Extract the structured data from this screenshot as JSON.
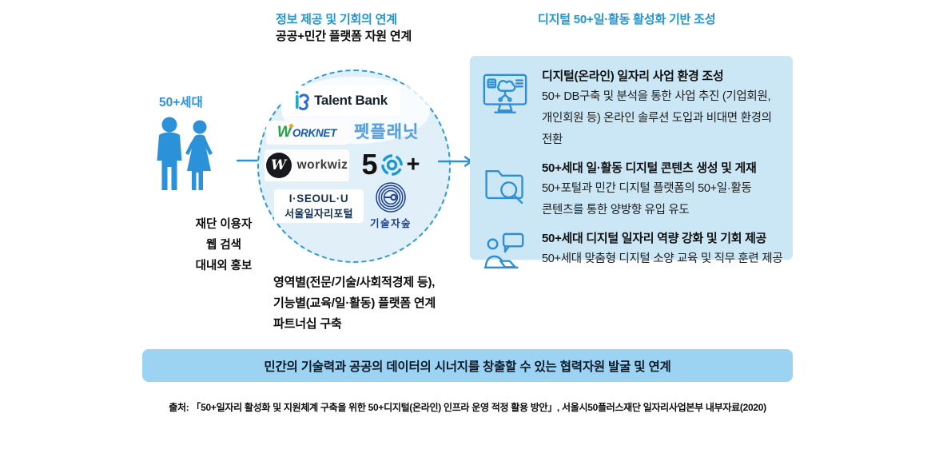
{
  "colors": {
    "accent_blue": "#2296d3",
    "icon_blue": "#2e8fd4",
    "panel_bg": "#cbe7f6",
    "bar_bg": "#9cd3f2",
    "hub_bg": "#e1eff9",
    "navy": "#17324f"
  },
  "headers": {
    "left_title": "정보 제공 및 기회의 연계",
    "left_subtitle": "공공+민간 플랫폼 자원 연계",
    "right_title": "디지털 50+일·활동 활성화 기반 조성"
  },
  "left": {
    "label": "50+세대",
    "note_lines": [
      "재단 이용자",
      "웹 검색",
      "대내외 홍보"
    ]
  },
  "hub": {
    "talent_bank": "Talent Bank",
    "worknet_w": "W",
    "worknet_rest": "ORKNET",
    "petplanet": "펫플래닛",
    "workwiz_mark": "W",
    "workwiz": "workwiz",
    "fifty_num": "5",
    "fifty_plus": "+",
    "iseoul_line1": "I·SEOUL·U",
    "iseoul_line2": "서울일자리포털",
    "tech_forest": "기술자숲",
    "caption_lines": [
      "영역별(전문/기술/사회적경제 등),",
      "기능별(교육/일·활동) 플랫폼 연계",
      "파트너십 구축"
    ]
  },
  "panel": {
    "items": [
      {
        "icon": "monitor-cloud-icon",
        "title": "디지털(온라인) 일자리 사업 환경 조성",
        "body_lines": [
          "50+ DB구축 및 분석을 통한 사업 추진 (기업회원,",
          "개인회원 등) 온라인 솔루션 도입과 비대면 환경의 전환"
        ]
      },
      {
        "icon": "folder-search-icon",
        "title": "50+세대 일·활동 디지털 콘텐츠 생성 및 게재",
        "body_lines": [
          "50+포털과 민간 디지털 플랫폼의 50+일·활동",
          "콘텐츠를 통한 양방향 유입 유도"
        ]
      },
      {
        "icon": "person-chat-icon",
        "title": "50+세대 디지털 일자리 역량 강화 및 기회 제공",
        "body_lines": [
          "50+세대 맞춤형 디지털 소양 교육 및 직무 훈련 제공"
        ]
      }
    ]
  },
  "bottom_bar": {
    "text": "민간의 기술력과 공공의 데이터의 시너지를 창출할 수 있는 협력자원 발굴 및 연계"
  },
  "source": {
    "text": "출처: 「50+일자리 활성화 및 지원체계 구축을 위한 50+디지털(온라인) 인프라 운영 적정 활용 방안」, 서울시50플러스재단 일자리사업본부 내부자료(2020)"
  }
}
